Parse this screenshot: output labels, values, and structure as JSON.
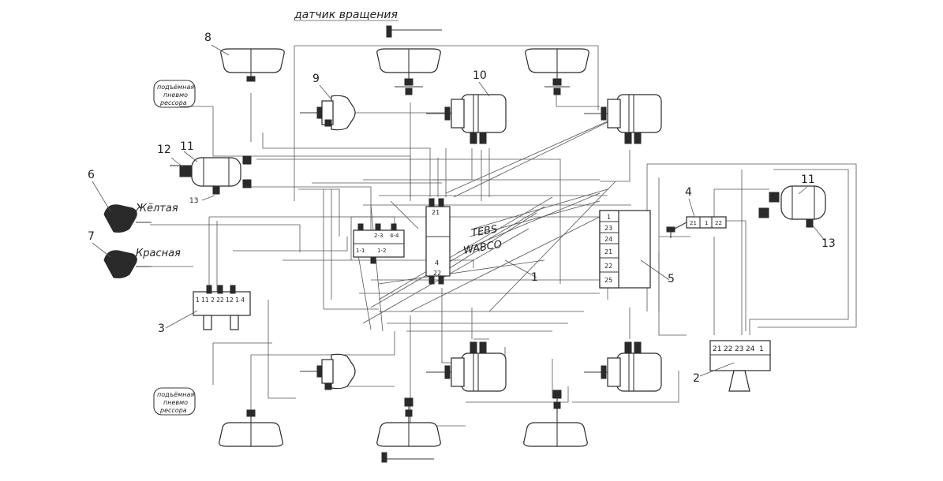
{
  "sensor_label": "датчик вращения",
  "callouts": {
    "c1": "1",
    "c2": "2",
    "c3": "3",
    "c4": "4",
    "c5": "5",
    "c6": "6",
    "c7": "7",
    "c8": "8",
    "c9": "9",
    "c10": "10",
    "c11a": "11",
    "c11b": "11",
    "c12": "12",
    "c13a": "13",
    "c13b": "13"
  },
  "couplings": {
    "yellow": "Жёлтая",
    "red": "Красная"
  },
  "air_spring_tag": {
    "line1": "подъёмная",
    "line2": "пневмо",
    "line3": "рессора"
  },
  "modulator": {
    "brand1": "TEBS",
    "brand2": "WABCO",
    "ports": {
      "p21": "21",
      "p4": "4",
      "p22": "22",
      "p1": "1",
      "p23": "23",
      "p24": "24",
      "p25": "25"
    }
  },
  "valve3_ports": "1 11 2 22 12 1 4",
  "block2_ports": [
    "21",
    "22",
    "23",
    "24",
    "1"
  ],
  "valve4_ports": [
    "21",
    "1",
    "22"
  ],
  "manifold_ports": {
    "p1": "1-1",
    "p2": "2-3",
    "p3": "4-4",
    "p4": "1-2"
  }
}
